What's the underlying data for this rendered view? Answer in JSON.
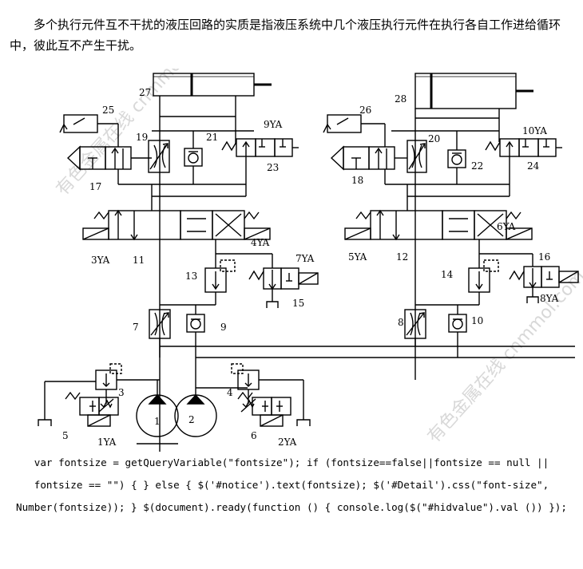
{
  "intro": {
    "text": "多个执行元件互不干扰的液压回路的实质是指液压系统中几个液压执行元件在执行各自工作进给循环中，彼此互不产生干扰。"
  },
  "diagram": {
    "labels": {
      "c27": "27",
      "c28": "28",
      "c25": "25",
      "c26": "26",
      "c19": "19",
      "c20": "20",
      "c21": "21",
      "c22": "22",
      "c17": "17",
      "c18": "18",
      "c23": "23",
      "c24": "24",
      "y9": "9YA",
      "y10": "10YA",
      "y4": "4YA",
      "y3": "3YA",
      "c11": "11",
      "y6": "6YA",
      "y5": "5YA",
      "c12": "12",
      "y7": "7YA",
      "c16": "16",
      "c13": "13",
      "c14": "14",
      "c15": "15",
      "y8": "8YA",
      "c7": "7",
      "c9": "9",
      "c8": "8",
      "c10": "10",
      "c3": "3",
      "c4": "4",
      "c1": "1",
      "c2": "2",
      "c5": "5",
      "y1": "1YA",
      "c6": "6",
      "y2": "2YA"
    },
    "watermarks": {
      "left": "有色金属在线 cnmmol.com",
      "right": "有色金属在线 cnmmol.com"
    }
  },
  "code": {
    "text": "var fontsize = getQueryVariable(\"fontsize\"); if (fontsize==false||fontsize == null || fontsize == \"\") { } else { $('#notice').text(fontsize); $('#Detail').css(\"font-size\", Number(fontsize)); } $(document).ready(function () { console.log($(\"#hidvalue\").val ()) });"
  }
}
